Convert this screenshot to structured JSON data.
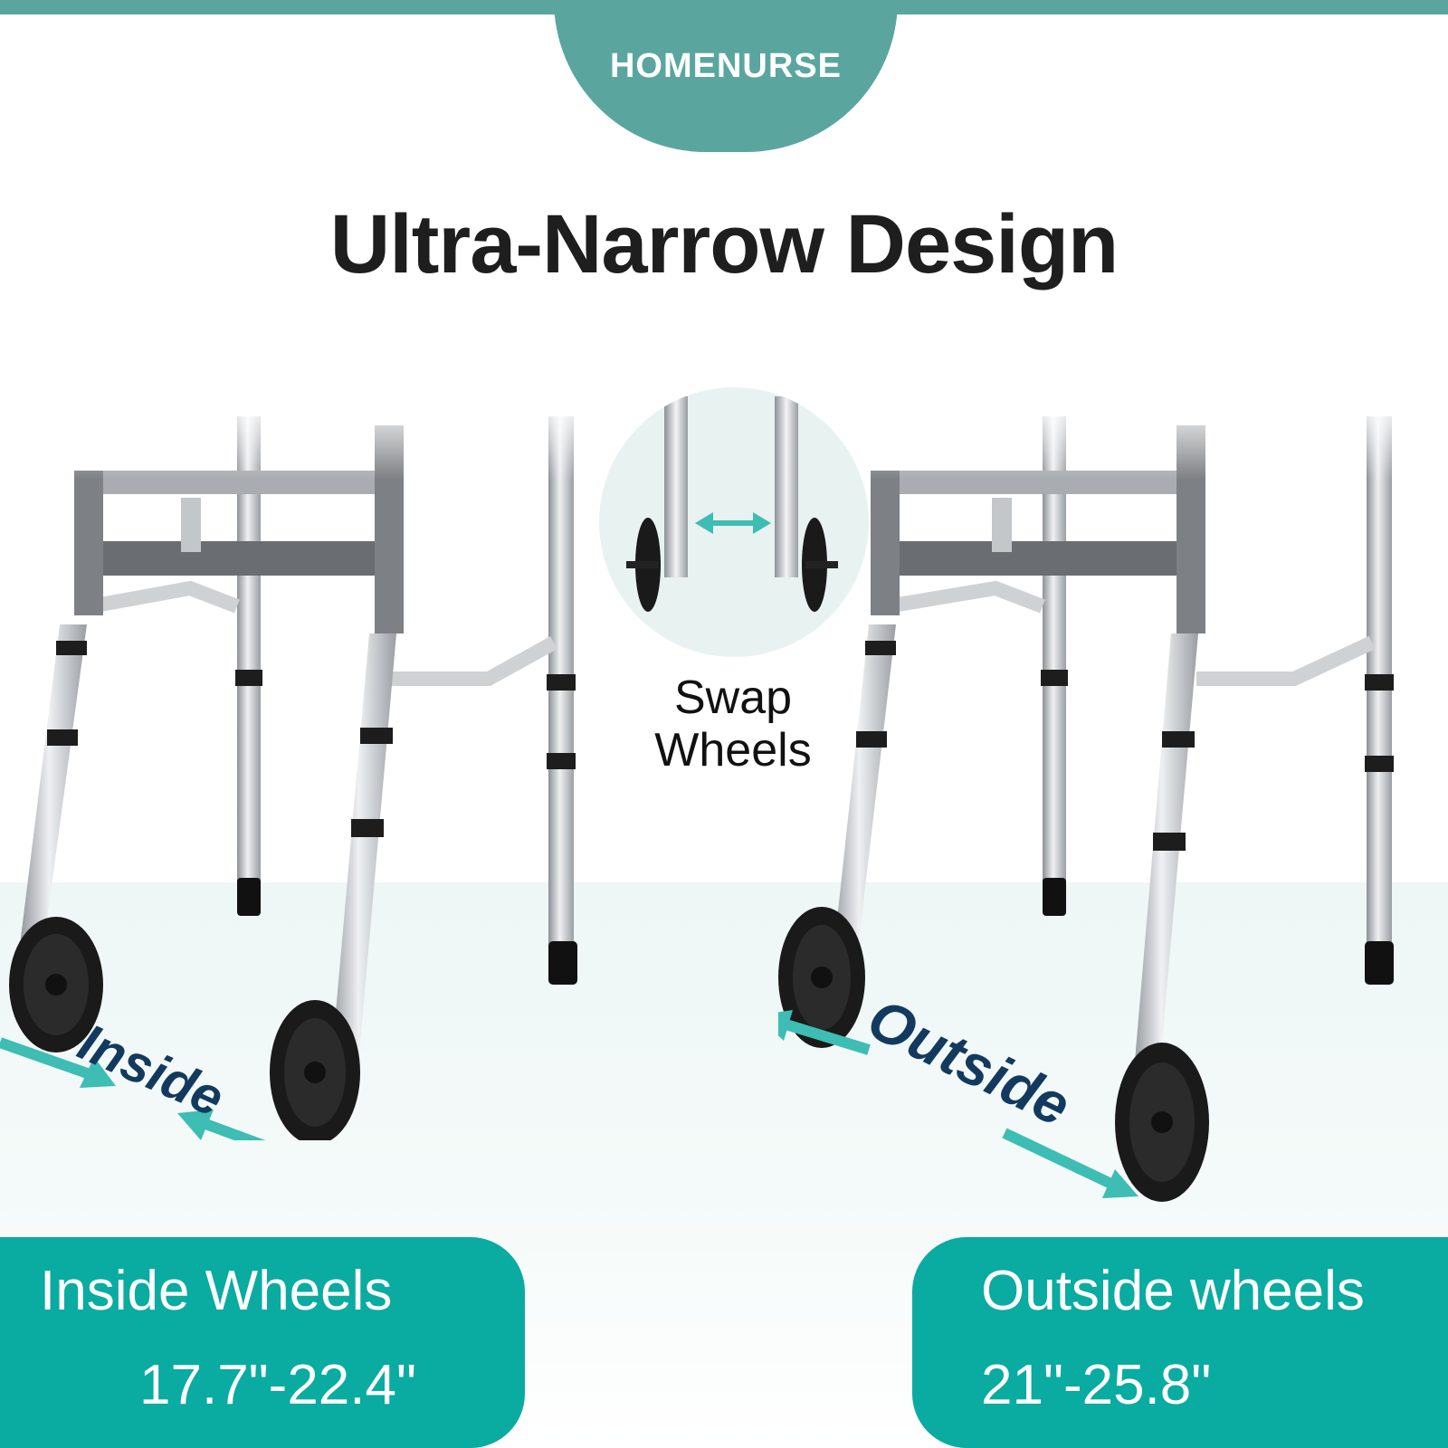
{
  "brand": {
    "name": "HOMENURSE"
  },
  "headline": "Ultra-Narrow Design",
  "swap": {
    "label_line1": "Swap",
    "label_line2": "Wheels"
  },
  "left_config": {
    "direction_label": "Inside",
    "title": "Inside Wheels",
    "range": "17.7\"-22.4\""
  },
  "right_config": {
    "direction_label": "Outside",
    "title": "Outside wheels",
    "range": "21\"-25.8\""
  },
  "colors": {
    "brand_teal": "#5aa69f",
    "pill_teal": "#0aaba0",
    "arrow_teal": "#3dbdb3",
    "label_navy": "#133a5e",
    "headline": "#1e1e1e"
  },
  "icons": {
    "swap_arrow": "double-headed-arrow-icon",
    "direction_arrows": "direction-arrow-icon"
  }
}
